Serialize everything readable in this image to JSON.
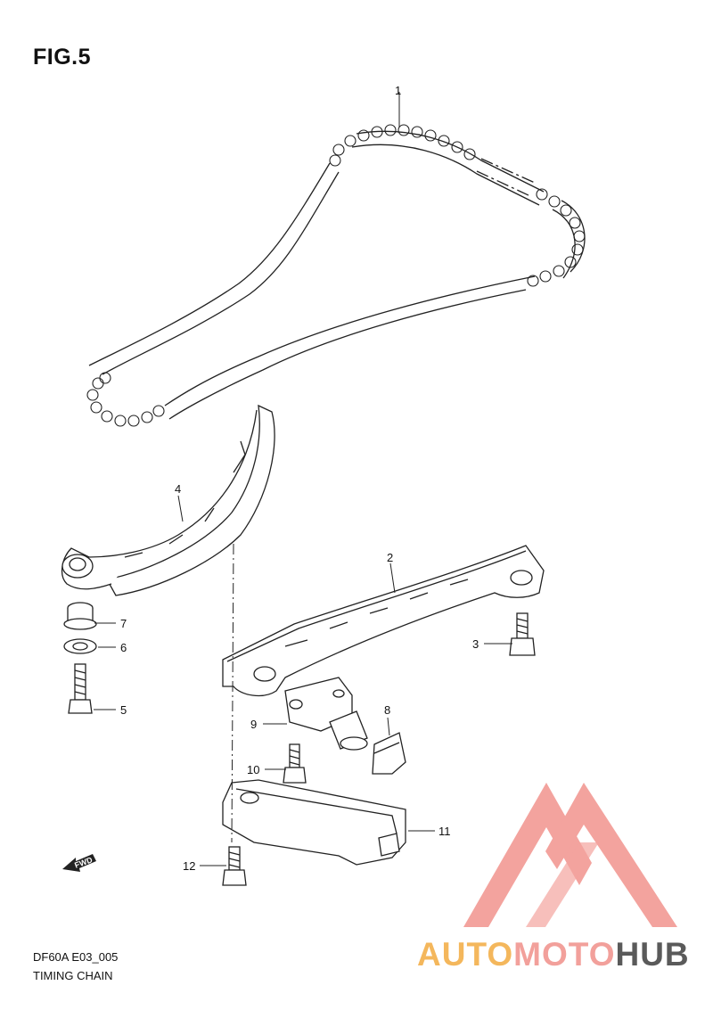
{
  "figure": {
    "title": "FIG.5",
    "model_code": "DF60A E03_005",
    "section_name": "TIMING CHAIN"
  },
  "callouts": [
    "1",
    "2",
    "3",
    "4",
    "5",
    "6",
    "7",
    "8",
    "9",
    "10",
    "11",
    "12"
  ],
  "fwd_arrow": {
    "label": "FWD",
    "icon": "forward-arrow-icon"
  },
  "watermark": {
    "brand_part1": "AUTO",
    "brand_part2": "MOTO",
    "brand_part3": "HUB",
    "colors": {
      "logo": "#f29a94",
      "auto": "#f4b75c",
      "moto": "#f2a09b",
      "hub": "#5a5a5a"
    }
  }
}
